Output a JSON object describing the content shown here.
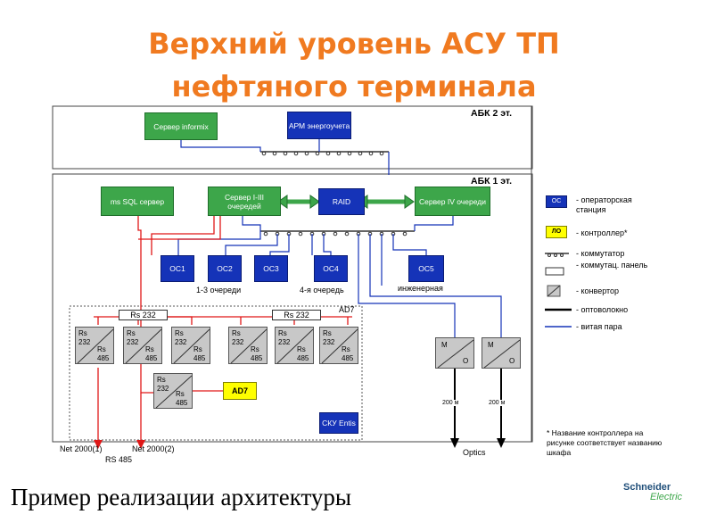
{
  "title": {
    "line1": "Верхний уровень АСУ ТП",
    "line2": "нефтяного терминала"
  },
  "zones": {
    "abk2": "АБК 2 эт.",
    "abk1": "АБК 1 эт.",
    "ad7": "АD7"
  },
  "top_boxes": {
    "informix": "Сервер informix",
    "arm": "АРМ энергоучета",
    "mssql": "ms SQL сервер",
    "server_12": "Сервер I-III очередей",
    "raid": "RAID",
    "server_4": "Сервер IV очереди"
  },
  "os_stations": [
    "OC1",
    "OC2",
    "OC3",
    "OC4",
    "OC5"
  ],
  "group_labels": {
    "q13": "1-3 очереди",
    "q4": "4-я очередь",
    "eng": "инженерная"
  },
  "rs232": [
    "Rs 232",
    "Rs 232"
  ],
  "converter": {
    "rs": "Rs",
    "n232": "232",
    "n485": "485"
  },
  "ad7_box": "AD7",
  "sku_box": "СКУ Entis",
  "mo": {
    "m": "М",
    "o": "О"
  },
  "distances": [
    "200 м",
    "200 м"
  ],
  "bottom": {
    "net1": "Net 2000(1)",
    "net2": "Net 2000(2)",
    "rs485": "RS 485",
    "optics": "Optics"
  },
  "legend": {
    "oc_tag": "OC",
    "oc_label": "- операторская станция",
    "ctrl_tag": "ЛО",
    "ctrl_label": "- контроллер*",
    "switch_label": "- коммутатор",
    "patch_label": "- коммутац. панель",
    "conv_label": "- конвертор",
    "fiber_label": "- оптоволокно",
    "twisted_label": "- витая пара",
    "note": "* Название контроллера на рисунке соответствует названию шкафа"
  },
  "footer": "Пример реализации архитектуры",
  "logo": {
    "line1": "Schneider",
    "line2": "Electric"
  },
  "colors": {
    "title": "#f07a20",
    "green": "#3da64a",
    "blue": "#1533b8",
    "yellow": "#ffff00",
    "red_line": "#e01818",
    "blue_line": "#1533b8"
  }
}
